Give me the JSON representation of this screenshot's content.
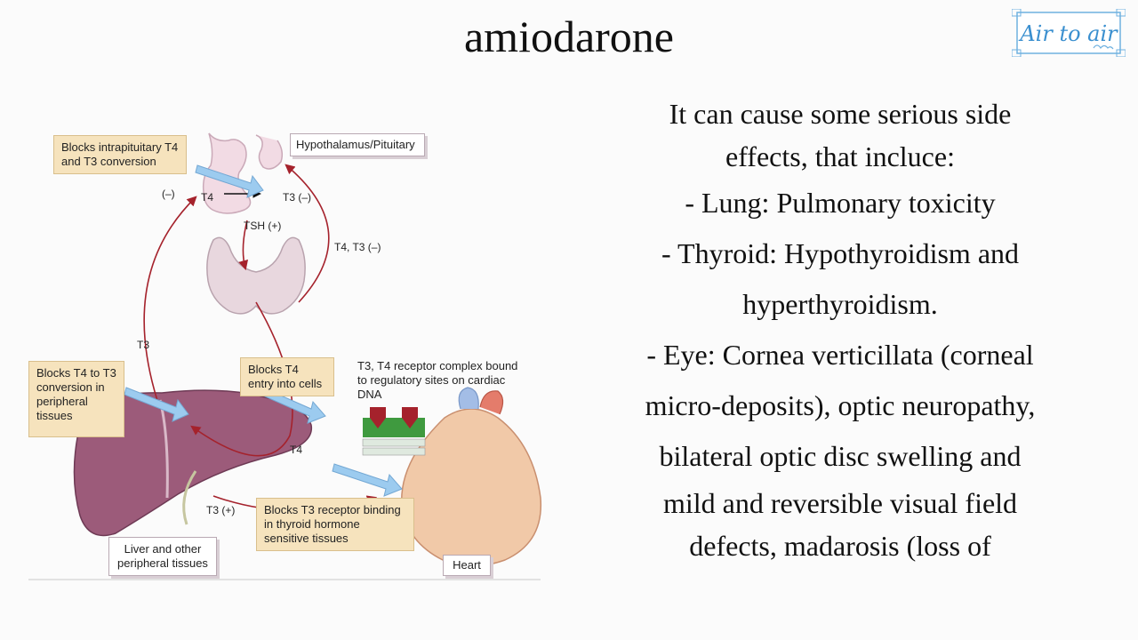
{
  "slide": {
    "title": "amiodarone"
  },
  "logo": {
    "text": "Air to air",
    "color": "#3a8fcf"
  },
  "side_text": {
    "lines": [
      "It can cause some serious side",
      "effects, that incluce:",
      "- Lung: Pulmonary toxicity",
      "- Thyroid: Hypothyroidism and",
      "hyperthyroidism.",
      "- Eye: Cornea verticillata (corneal",
      "micro-deposits), optic neuropathy,",
      "bilateral optic disc swelling and",
      "mild and reversible visual field",
      "defects, madarosis (loss of"
    ]
  },
  "diagram": {
    "boxes": {
      "blocks_intrapituitary": "Blocks intrapituitary T4 and T3 conversion",
      "hypothalamus_pituitary": "Hypothalamus/Pituitary",
      "blocks_t4_t3_peripheral": "Blocks T4  to T3 conversion in peripheral tissues",
      "blocks_t4_entry": "Blocks T4 entry into cells",
      "receptor_complex": "T3, T4 receptor complex bound to regulatory sites on cardiac DNA",
      "blocks_t3_receptor": "Blocks T3 receptor binding in thyroid hormone sensitive tissues",
      "liver": "Liver and other peripheral tissues",
      "heart": "Heart"
    },
    "labels": {
      "minus": "(–)",
      "t4_top": "T4",
      "t3_minus": "T3 (–)",
      "tsh_plus": "TSH (+)",
      "t4_t3_minus": "T4, T3 (–)",
      "t3_left": "T3",
      "t4_lower": "T4",
      "t3_plus": "T3 (+)"
    },
    "colors": {
      "arrow_red": "#a5222c",
      "block_arrow_blue": "#9ccbef",
      "yellow_box": "#f6e3bd",
      "liver": "#9c5b7a",
      "thyroid": "#e8d7de",
      "heart": "#f1c9a8",
      "receptor_green": "#3f9a3f"
    }
  }
}
